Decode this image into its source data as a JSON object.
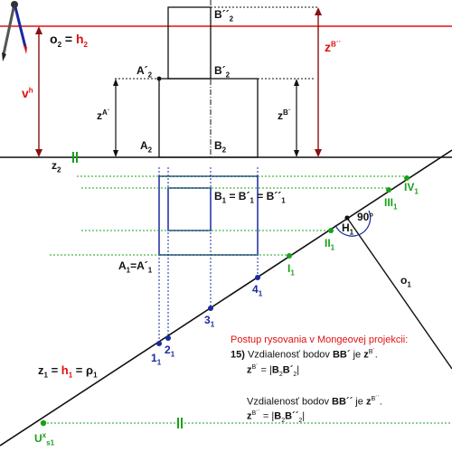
{
  "labels": {
    "o2_left": "o",
    "o2_sub": "2",
    "o2_eq": " = ",
    "h2_left": "h",
    "h2_sub": "2",
    "zB2_main": "z",
    "zB2_sup": "B´´",
    "vh_main": "v",
    "vh_sup": "h",
    "z2_main": "z",
    "z2_sub": "2",
    "zA_main": "z",
    "zA_sup": "A´",
    "zB_main": "z",
    "zB_sup": "B´",
    "A2p_main": "A´",
    "A2p_sub": "2",
    "B2p_main": "B´",
    "B2p_sub": "2",
    "B2pp_main": "B´´",
    "B2pp_sub": "2",
    "A2_main": "A",
    "A2_sub": "2",
    "B2_main": "B",
    "B2_sub": "2",
    "B1eq_text": "B",
    "B1eq_sub": "1",
    "B1eq_mid1": " = B´",
    "B1eq_sub2": "1",
    "B1eq_mid2": " = B´´",
    "B1eq_sub3": "1",
    "A1eq_main": "A",
    "A1eq_sub": "1",
    "A1eq_mid": "=A´",
    "A1eq_sub2": "1",
    "H1_main": "H",
    "H1_sub": "1",
    "angle": "90°",
    "o1_main": "o",
    "o1_sub": "1",
    "IV1_main": "IV",
    "IV1_sub": "1",
    "III1_main": "III",
    "III1_sub": "1",
    "II1_main": "II",
    "II1_sub": "1",
    "I1_main": "I",
    "I1_sub": "1",
    "n4_main": "4",
    "n4_sub": "1",
    "n3_main": "3",
    "n3_sub": "1",
    "n2_main": "2",
    "n2_sub": "1",
    "n1_main": "1",
    "n1_sub": "1",
    "z1_main": "z",
    "z1_sub": "1",
    "z1_eq": " = ",
    "h1_main": "h",
    "h1_sub": "1",
    "rho_eq": " = ",
    "rho_main": "ρ",
    "rho_sub": "1",
    "Ux_main": "U",
    "Ux_sup": "x",
    "Ux_sub": "s1"
  },
  "note": {
    "title": "Postup rysovania v Mongeovej projekcii:",
    "step_num": "15)",
    "line1": " Vzdialenosť bodov ",
    "line1_bb": "BB´",
    "line1_mid": " je ",
    "line1_z": "z",
    "line1_zsup": "B´",
    "line1_end": ".",
    "f1_z": "z",
    "f1_zsup": "B´",
    "f1_eq": " = |",
    "f1_b": "B",
    "f1_bsub": "2",
    "f1_b2": "B´",
    "f1_b2sub": "2",
    "f1_end": "|",
    "line2": "Vzdialenosť bodov ",
    "line2_bb": "BB´´",
    "line2_mid": " je ",
    "line2_z": "z",
    "line2_zsup": "B´´",
    "line2_end": ".",
    "f2_z": "z",
    "f2_zsup": "B´´",
    "f2_eq": " = |",
    "f2_b": "B",
    "f2_bsub": "2",
    "f2_b2": "B´´",
    "f2_b2sub": "2",
    "f2_end": "|"
  },
  "colors": {
    "red": "#e01010",
    "green": "#18a018",
    "blue": "#1a2aa0",
    "black": "#111111",
    "dark_red": "#8a1010"
  },
  "icons": {
    "tool": "compass-pencil-icon"
  }
}
